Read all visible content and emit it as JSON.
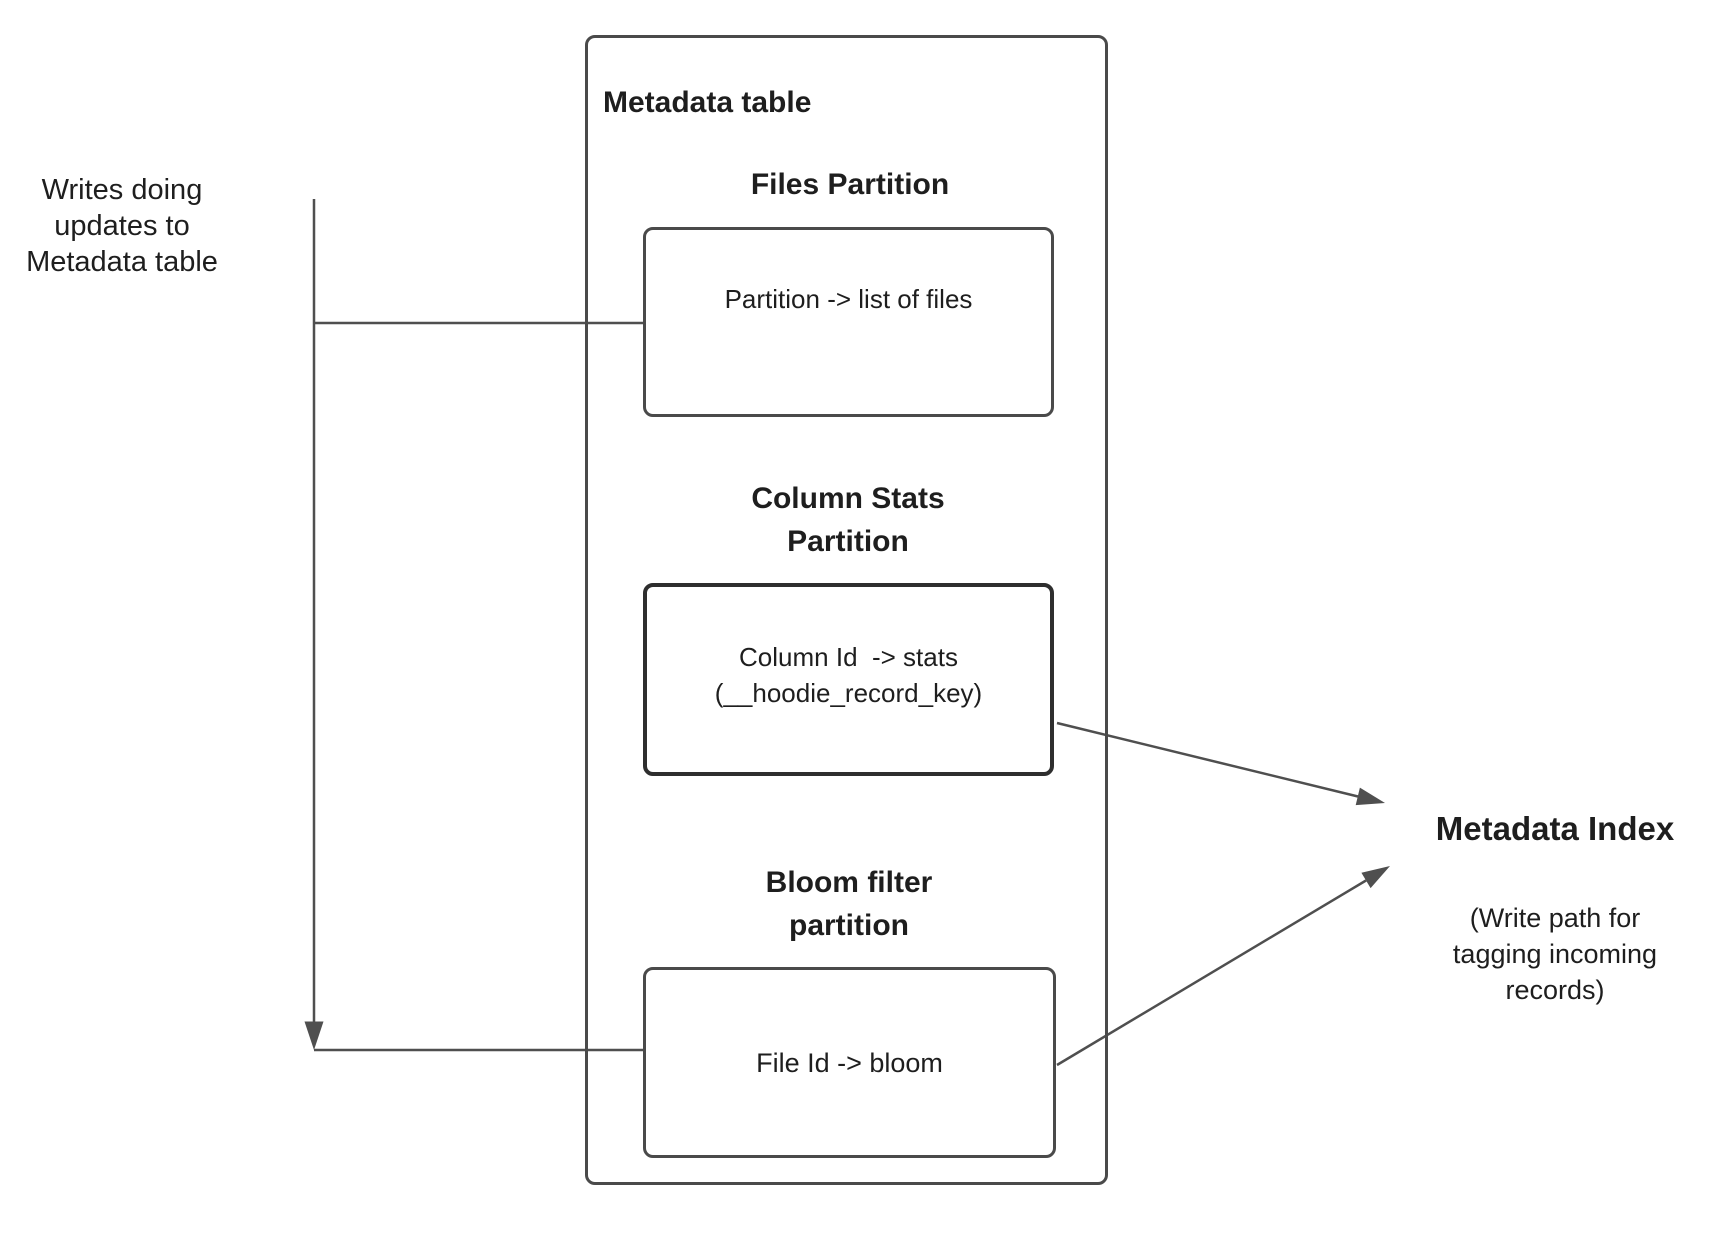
{
  "colors": {
    "stroke": "#4f4f4f",
    "text": "#1e1e1e",
    "box_border": "#4a4a4a",
    "stats_border": "#2e2e2e",
    "background": "#ffffff"
  },
  "left_note": {
    "lines": [
      "Writes doing",
      "updates to",
      "Metadata table"
    ]
  },
  "metadata_table": {
    "title": "Metadata table",
    "partitions": [
      {
        "heading_lines": [
          "Files Partition"
        ],
        "box_lines": [
          "Partition -> list of files"
        ]
      },
      {
        "heading_lines": [
          "Column Stats",
          "Partition"
        ],
        "box_lines": [
          "Column Id  -> stats",
          "(__hoodie_record_key)"
        ]
      },
      {
        "heading_lines": [
          "Bloom filter",
          "partition"
        ],
        "box_lines": [
          "File Id -> bloom"
        ]
      }
    ]
  },
  "metadata_index": {
    "title": "Metadata Index",
    "subtitle_lines": [
      "(Write path for",
      "tagging incoming",
      "records)"
    ]
  }
}
